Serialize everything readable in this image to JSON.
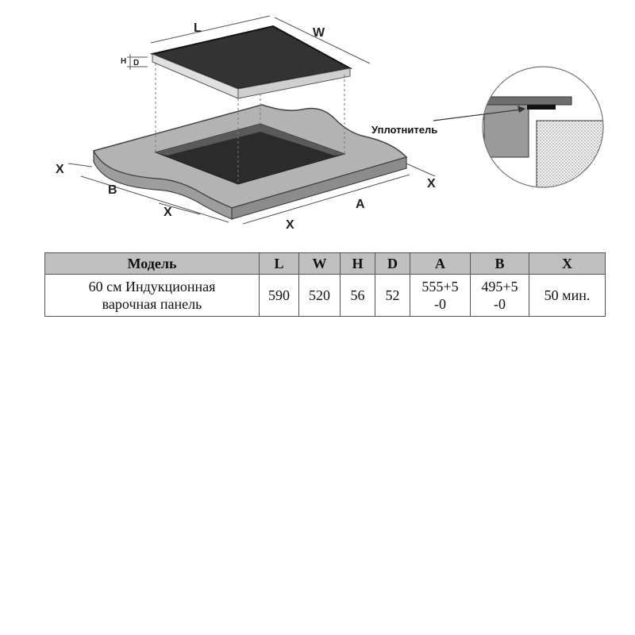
{
  "diagram": {
    "labels": {
      "L": "L",
      "W": "W",
      "H": "H",
      "D": "D",
      "A": "A",
      "B": "B",
      "X_left": "X",
      "X_front_left": "X",
      "X_front_mid": "X",
      "X_right": "X"
    },
    "seal_label": "Уплотнитель"
  },
  "table": {
    "headers": [
      "Модель",
      "L",
      "W",
      "H",
      "D",
      "A",
      "B",
      "X"
    ],
    "row": {
      "model_line1": "60 см Индукционная",
      "model_line2": "варочная панель",
      "L": "590",
      "W": "520",
      "H": "56",
      "D": "52",
      "A_line1": "555+5",
      "A_line2": "-0",
      "B_line1": "495+5",
      "B_line2": "-0",
      "X": "50 мин."
    }
  }
}
